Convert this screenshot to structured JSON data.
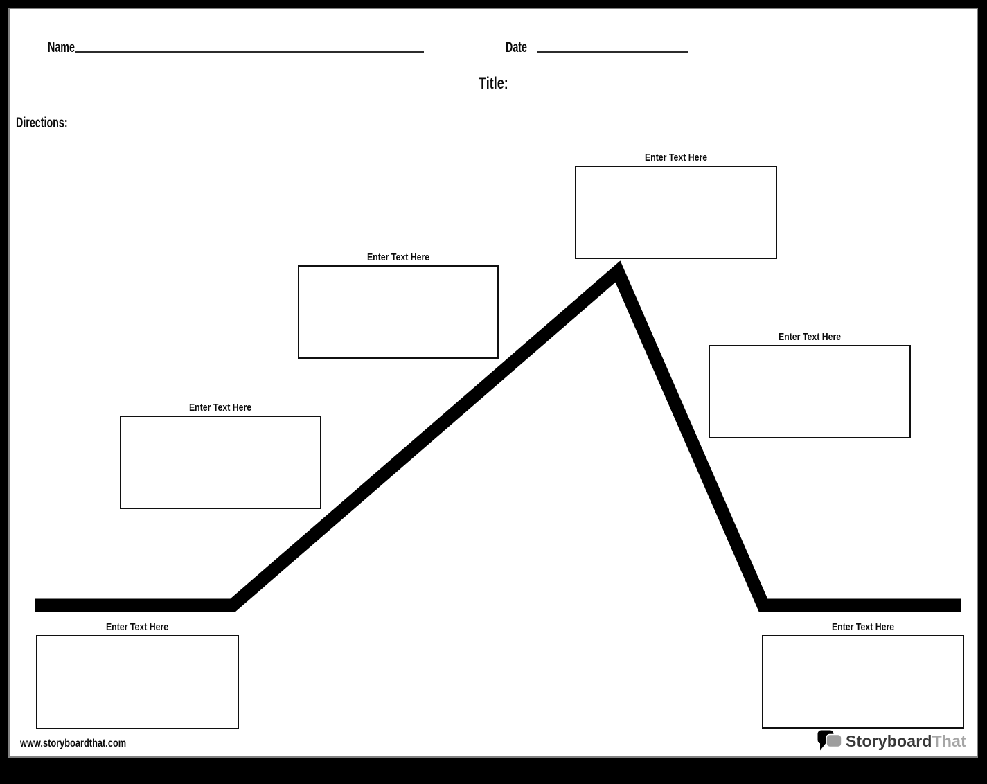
{
  "page": {
    "name_label": "Name",
    "date_label": "Date",
    "title_label": "Title:",
    "directions_label": "Directions:"
  },
  "plot_diagram": {
    "type": "plot-line-graphic-organizer",
    "line_color": "#000000",
    "line_width": "19",
    "line_points": "36,861 322,861 878,379 1088,861 1373,861",
    "boxes": [
      {
        "id": "exposition",
        "label": "Enter Text Here"
      },
      {
        "id": "rising-action-1",
        "label": "Enter Text Here"
      },
      {
        "id": "rising-action-2",
        "label": "Enter Text Here"
      },
      {
        "id": "climax",
        "label": "Enter Text Here"
      },
      {
        "id": "falling-action",
        "label": "Enter Text Here"
      },
      {
        "id": "resolution",
        "label": "Enter Text Here"
      }
    ]
  },
  "footer": {
    "website": "www.storyboardthat.com",
    "logo": {
      "primary": "Storyboard",
      "secondary": "That",
      "primary_color": "#383838",
      "secondary_color": "#a6a6a6",
      "bubble_dark_color": "#000000",
      "bubble_light_color": "#9e9e9e"
    }
  }
}
